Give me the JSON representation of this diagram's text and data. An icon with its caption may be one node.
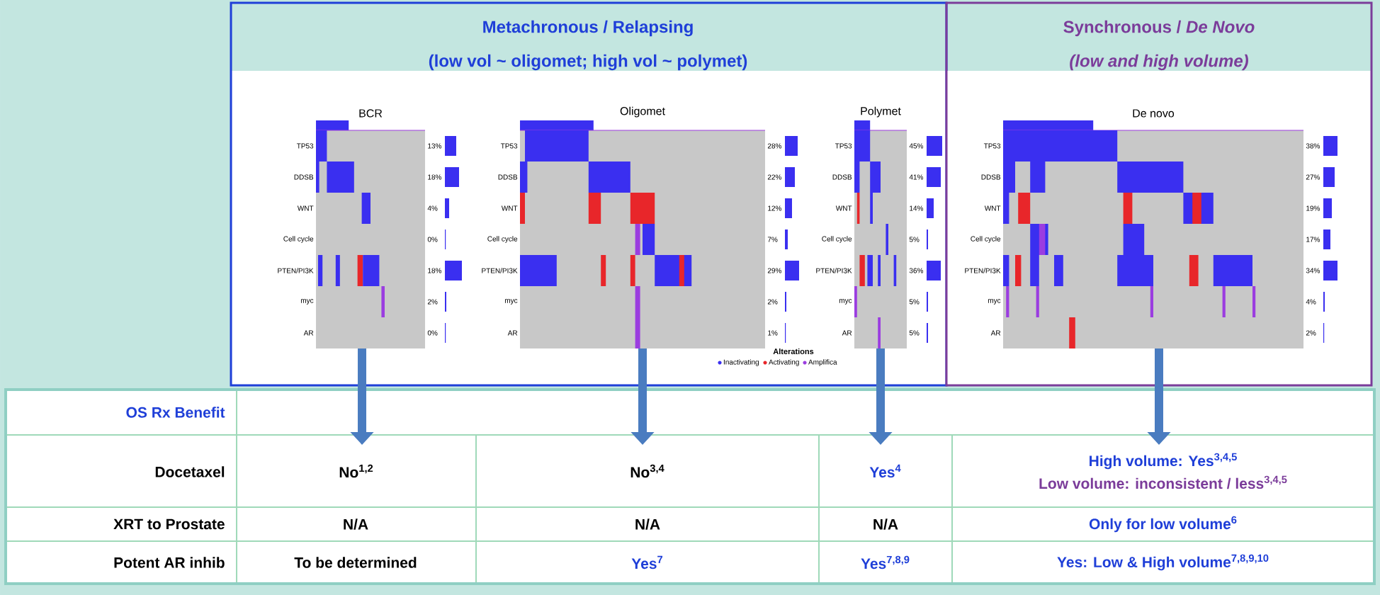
{
  "diagram": {
    "nodes": [
      {
        "text": [
          "Metachronous / Relapsing",
          "(low vol ~ oligomet; high vol ~ polymet)"
        ]
      },
      {
        "text": [
          "Synchronous / *De Novo*",
          "(low and high volume)"
        ]
      },
      {
        "text": [
          "BCR"
        ],
        "in": 0
      },
      {
        "text": [
          "Oligomet"
        ],
        "in": 0
      },
      {
        "text": [
          "Polymet"
        ],
        "in": 0
      },
      {
        "text": [
          "De novo"
        ],
        "in": 1
      },
      {
        "text": [
          "No$^{1,2}$"
        ]
      },
      {
        "text": [
          "No$^{3,4}$"
        ]
      },
      {
        "text": [
          "Yes$^{4}$"
        ]
      },
      {
        "text": [
          "High volume: Yes$^{3,4,5}$",
          "Low volume: inconsistent / less$^{3,4,5}$"
        ]
      }
    ],
    "edges": [
      {
        "from": 2,
        "to": 6,
        "arrow": "to"
      },
      {
        "from": 3,
        "to": 7,
        "arrow": "to"
      },
      {
        "from": 4,
        "to": 8,
        "arrow": "to"
      },
      {
        "from": 5,
        "to": 9,
        "arrow": "to"
      }
    ],
    "labels": [
      "TP53",
      "13%",
      "DDSB",
      "18%",
      "WNT",
      "4%",
      "Cell cycle",
      "0%",
      "PTEN/PI3K",
      "18%",
      "myc",
      "2%",
      "AR",
      "0%",
      "TP53",
      "28%",
      "DDSB",
      "22%",
      "WNT",
      "12%",
      "Cell cycle",
      "7%",
      "PTEN/PI3K",
      "29%",
      "myc",
      "2%",
      "AR",
      "1%",
      "TP53",
      "45%",
      "DDSB",
      "41%",
      "WNT",
      "14%",
      "Cell cycle",
      "5%",
      "PTEN/PI3K",
      "36%",
      "myc",
      "5%",
      "AR",
      "5%",
      "TP53",
      "38%",
      "DDSB",
      "27%",
      "WNT",
      "19%",
      "Cell cycle",
      "17%",
      "PTEN/PI3K",
      "34%",
      "myc",
      "4%",
      "AR",
      "2%",
      "Alterations",
      "OS Rx Benefit",
      "Docetaxel",
      "XRT to Prostate",
      "N/A",
      "N/A",
      "N/A",
      "Only for low volume$^{6}$",
      "Potent AR inhib",
      "To be determined",
      "Yes$^{7}$",
      "Yes$^{7,8,9}$",
      "Yes: Low & High volume$^{7,8,9,10}$"
    ],
    "legend": [
      {
        "text": "Inactivating",
        "color": "#3a2ff0"
      },
      {
        "text": "Activating",
        "color": "#e8262a"
      },
      {
        "text": "Amplifica",
        "color": "#9b3de0"
      }
    ]
  }
}
